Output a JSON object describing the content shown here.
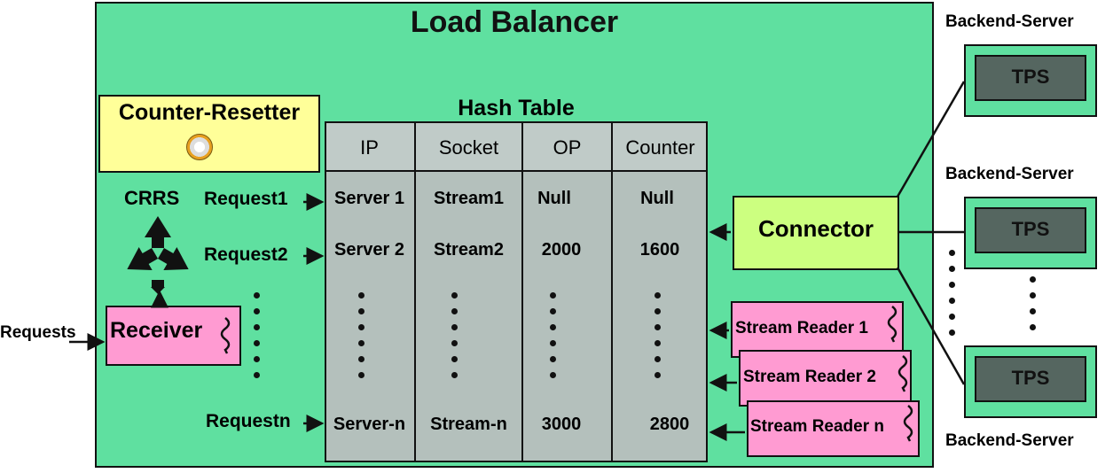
{
  "load_balancer": {
    "title": "Load Balancer"
  },
  "counter_resetter": {
    "label": "Counter-Resetter",
    "icon": "clock-icon"
  },
  "crrs": {
    "label": "CRRS",
    "icon": "recycle-icon"
  },
  "receiver": {
    "label": "Receiver",
    "input_label": "Requests"
  },
  "request_labels": [
    "Request1",
    "Request2",
    "Requestn"
  ],
  "hash_table": {
    "title": "Hash Table",
    "columns": [
      "IP",
      "Socket",
      "OP",
      "Counter"
    ],
    "rows": [
      [
        "Server 1",
        "Stream1",
        "Null",
        "Null"
      ],
      [
        "Server 2",
        "Stream2",
        "2000",
        "1600"
      ],
      [
        "Server-n",
        "Stream-n",
        "3000",
        "2800"
      ]
    ]
  },
  "connector": {
    "label": "Connector"
  },
  "stream_readers": [
    "Stream Reader 1",
    "Stream Reader 2",
    "Stream Reader n"
  ],
  "backend_servers": [
    {
      "label": "Backend-Server",
      "inner": "TPS"
    },
    {
      "label": "Backend-Server",
      "inner": "TPS"
    },
    {
      "label": "Backend-Server",
      "inner": "TPS"
    }
  ],
  "colors": {
    "load_balancer_bg": "#5fe0a0",
    "counter_resetter_bg": "#ffff99",
    "receiver_bg": "#ff9bd2",
    "hash_table_bg": "#b4c0bc",
    "connector_bg": "#ccff80",
    "tps_bg": "#556660"
  }
}
